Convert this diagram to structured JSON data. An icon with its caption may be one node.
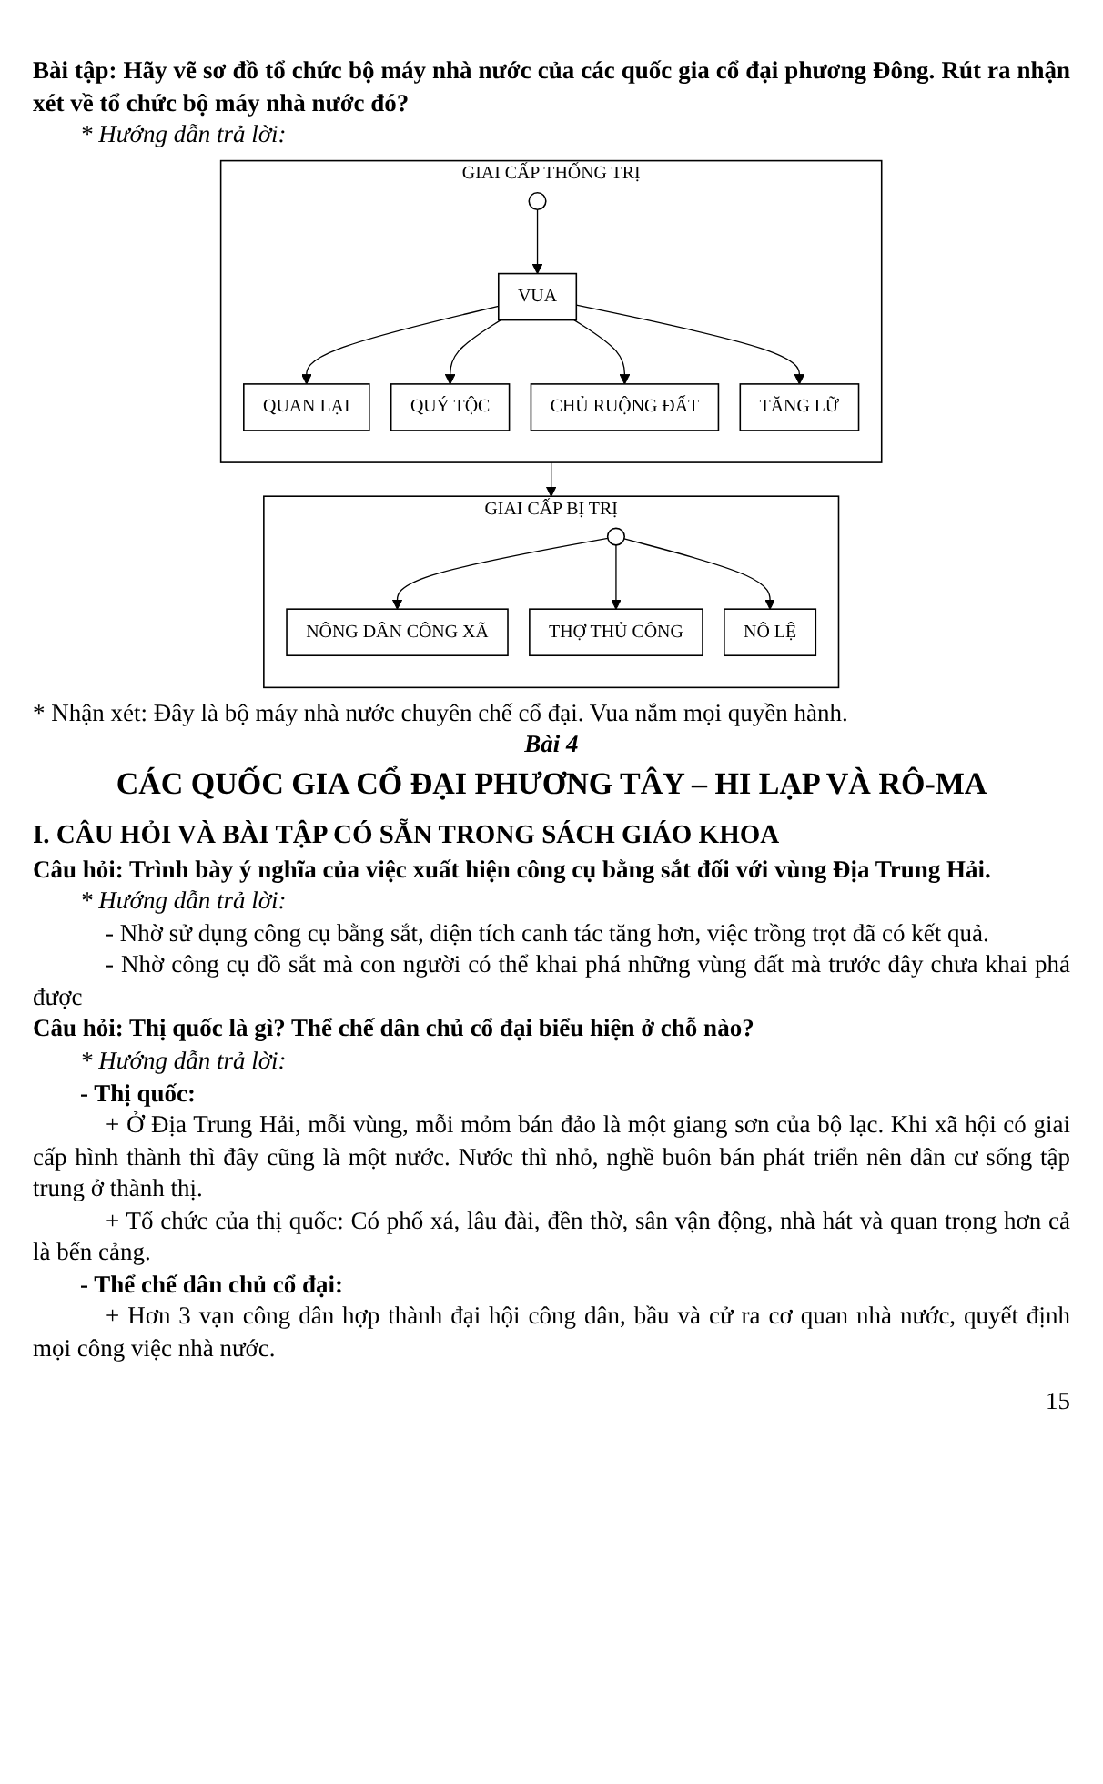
{
  "diagram": {
    "nodes": [
      {
        "text": [
          "GIAI CẤP THỐNG TRỊ"
        ]
      },
      {
        "text": [
          "VUA"
        ],
        "in": 0
      },
      {
        "text": [
          "QUAN LẠI"
        ],
        "in": 0
      },
      {
        "text": [
          "QUÝ TỘC"
        ],
        "in": 0
      },
      {
        "text": [
          "CHỦ RUỘNG ĐẤT"
        ],
        "in": 0
      },
      {
        "text": [
          "TĂNG LỮ"
        ],
        "in": 0
      },
      {
        "text": [
          "GIAI CẤP BỊ TRỊ"
        ]
      },
      {
        "text": [
          "NÔNG DÂN CÔNG XÃ"
        ],
        "in": 6
      },
      {
        "text": [
          "THỢ THỦ CÔNG"
        ],
        "in": 6
      },
      {
        "text": [
          "NÔ LỆ"
        ],
        "in": 6
      }
    ],
    "edges": [
      {
        "from": null,
        "to": 1,
        "arrow": "to"
      },
      {
        "from": 1,
        "to": 2,
        "arrow": "to"
      },
      {
        "from": 1,
        "to": 3,
        "arrow": "to"
      },
      {
        "from": 1,
        "to": 4,
        "arrow": "to"
      },
      {
        "from": 1,
        "to": 5,
        "arrow": "to"
      },
      {
        "from": 0,
        "to": 6,
        "arrow": "to"
      },
      {
        "from": null,
        "to": 7,
        "arrow": "to"
      },
      {
        "from": null,
        "to": 8,
        "arrow": "to"
      },
      {
        "from": null,
        "to": 9,
        "arrow": "to"
      }
    ],
    "labels": [
      "Bài tập: Hãy vẽ sơ đồ tổ chức bộ máy nhà nước của các quốc gia cổ đại phương Đông. Rút ra nhận xét về tổ chức bộ máy nhà nước đó?",
      "* Hướng dẫn trả lời:",
      "* Nhận xét: Đây là bộ máy nhà nước chuyên chế cổ đại. Vua nắm mọi quyền hành.",
      "Bài 4",
      "CÁC QUỐC GIA CỔ ĐẠI PHƯƠNG TÂY – HI LẠP VÀ RÔ-MA",
      "I. CÂU HỎI VÀ BÀI TẬP CÓ SẴN TRONG SÁCH GIÁO KHOA",
      "Câu hỏi: Trình bày ý nghĩa của việc xuất hiện công cụ bằng sắt đối với vùng Địa Trung Hải.",
      "* Hướng dẫn trả lời:",
      "- Nhờ sử dụng công cụ bằng sắt, diện tích canh tác tăng hơn, việc trồng trọt đã có kết quả.",
      "- Nhờ công cụ đồ sắt mà con người có thể khai phá những vùng đất mà trước đây chưa khai phá được",
      "Câu hỏi: Thị quốc là gì? Thể chế dân chủ cổ đại biểu hiện ở chỗ nào?",
      "* Hướng dẫn trả lời:",
      "- Thị quốc:",
      "+ Ở Địa Trung Hải, mỗi vùng, mỗi mỏm bán đảo là một giang sơn của bộ lạc. Khi xã hội có giai cấp hình thành thì đây cũng là một nước. Nước thì nhỏ, nghề buôn bán phát triển nên dân cư sống tập trung ở thành thị.",
      "+ Tổ chức của thị quốc: Có phố xá, lâu đài, đền thờ, sân vận động, nhà hát và quan trọng hơn cả là bến cảng.",
      "- Thể chế dân chủ cổ đại:",
      "+ Hơn 3 vạn công dân hợp thành đại hội công dân, bầu và cử ra cơ quan nhà nước, quyết định mọi công việc nhà nước.",
      "15"
    ]
  }
}
